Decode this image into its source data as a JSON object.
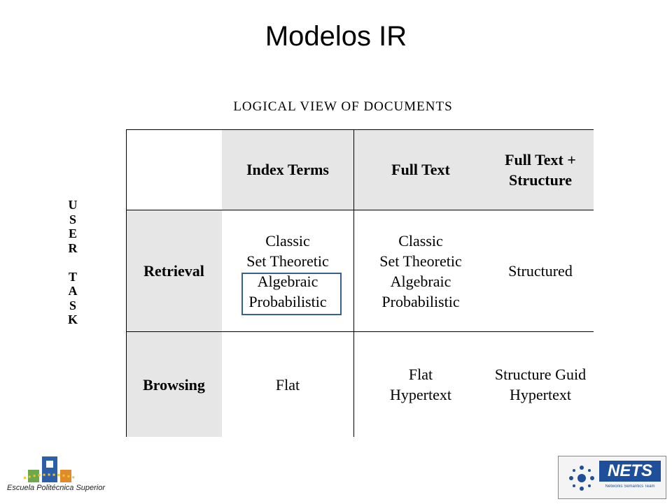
{
  "slide": {
    "title": "Modelos IR",
    "subtitle": "LOGICAL   VIEW   OF   DOCUMENTS",
    "side_label_letters": [
      "U",
      "S",
      "E",
      "R",
      "",
      "T",
      "A",
      "S",
      "K"
    ]
  },
  "table": {
    "headers": [
      "Index  Terms",
      "Full Text",
      "Full Text +",
      "Structure"
    ],
    "rows": [
      {
        "label": "Retrieval",
        "index_terms": [
          "Classic",
          "Set Theoretic",
          "Algebraic",
          "Probabilistic"
        ],
        "full_text": [
          "Classic",
          "Set Theoretic",
          "Algebraic",
          "Probabilistic"
        ],
        "full_text_structure": [
          "Structured"
        ]
      },
      {
        "label": "Browsing",
        "index_terms": [
          "Flat"
        ],
        "full_text": [
          "Flat",
          "Hypertext"
        ],
        "full_text_structure": [
          "Structure Guid",
          "Hypertext"
        ]
      }
    ]
  },
  "logos": {
    "left_caption": "Escuela Politécnica Superior",
    "right_text": "NETS",
    "right_subtext": "Networks Semantics Team"
  },
  "colors": {
    "header_bg": "#e6e6e6",
    "highlight_border": "#3a5f96",
    "eps_blue": "#2d5fa8",
    "eps_green": "#6fa84a",
    "eps_orange": "#e08a2a",
    "nets_blue": "#1f4f9a"
  }
}
